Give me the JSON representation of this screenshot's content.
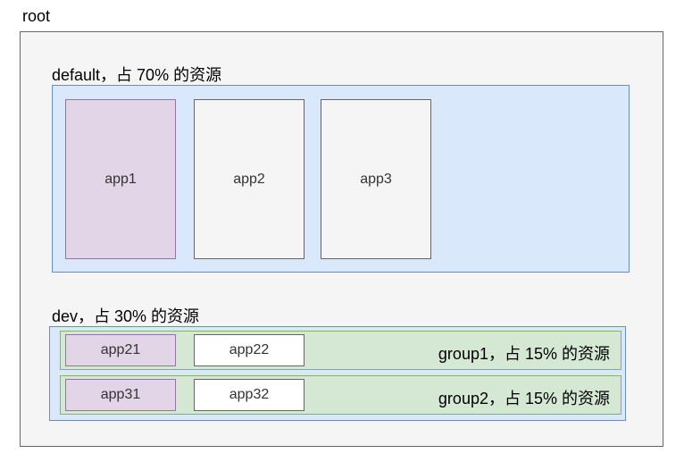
{
  "root": {
    "label": "root",
    "fill": "#f5f5f5",
    "border": "#666666"
  },
  "default_queue": {
    "label": "default，占 70% 的资源",
    "fill": "#dae8fc",
    "border": "#6c8ebf",
    "apps": [
      {
        "label": "app1",
        "fill": "#e1d5e7",
        "border": "#9673a6"
      },
      {
        "label": "app2",
        "fill": "#f5f5f5",
        "border": "#666666"
      },
      {
        "label": "app3",
        "fill": "#f5f5f5",
        "border": "#666666"
      }
    ]
  },
  "dev_queue": {
    "label": "dev，占 30% 的资源",
    "fill": "#dae8fc",
    "border": "#6c8ebf",
    "groups": [
      {
        "label": "group1，占 15% 的资源",
        "fill": "#d5e8d4",
        "border": "#82b366",
        "apps": [
          {
            "label": "app21",
            "fill": "#e1d5e7",
            "border": "#9673a6"
          },
          {
            "label": "app22",
            "fill": "#ffffff",
            "border": "#666666"
          }
        ]
      },
      {
        "label": "group2，占 15% 的资源",
        "fill": "#d5e8d4",
        "border": "#82b366",
        "apps": [
          {
            "label": "app31",
            "fill": "#e1d5e7",
            "border": "#9673a6"
          },
          {
            "label": "app32",
            "fill": "#ffffff",
            "border": "#666666"
          }
        ]
      }
    ]
  }
}
